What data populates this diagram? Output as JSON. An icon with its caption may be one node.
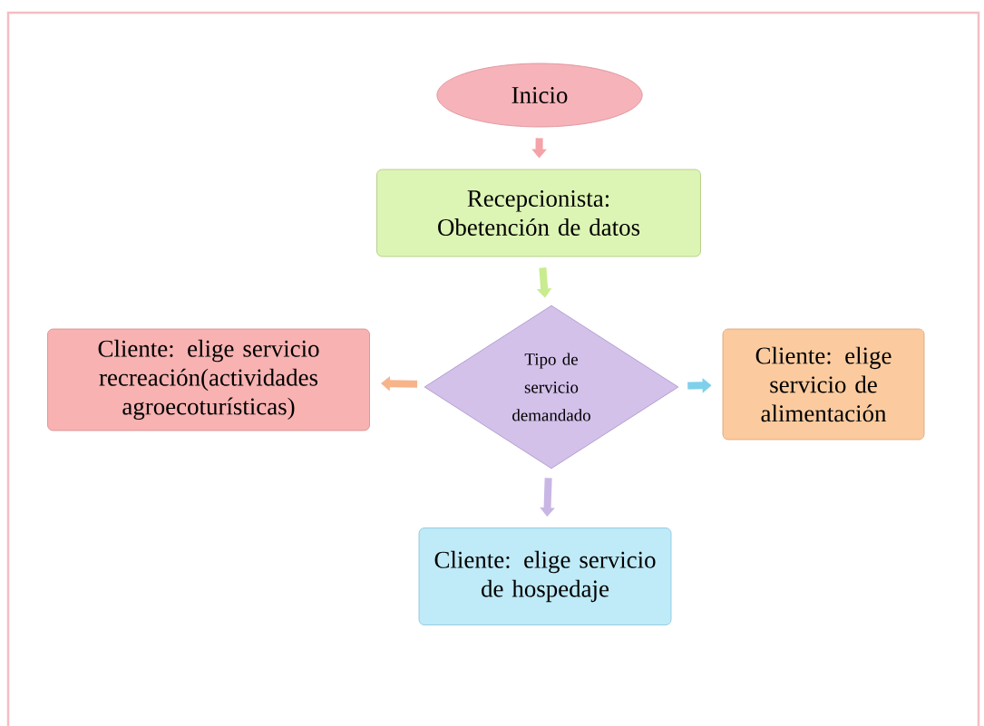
{
  "diagram": {
    "nodes": [
      {
        "text": [
          "Inicio"
        ]
      },
      {
        "text": [
          "Recepcionista: Obetención de datos"
        ]
      },
      {
        "text": [
          "Tipo de servicio demandado"
        ]
      },
      {
        "text": [
          "Cliente: elige servicio recreación(actividades agroecoturísticas)"
        ]
      },
      {
        "text": [
          "Cliente: elige servicio de alimentación"
        ]
      },
      {
        "text": [
          "Cliente: elige servicio de hospedaje"
        ]
      }
    ],
    "edges": [
      {
        "from": 0,
        "to": 1,
        "arrow": "to",
        "color": "#f4a3a8"
      },
      {
        "from": 1,
        "to": 2,
        "arrow": "to",
        "color": "#c8ec8e"
      },
      {
        "from": 2,
        "to": 3,
        "arrow": "to",
        "color": "#f7b48a"
      },
      {
        "from": 2,
        "to": 4,
        "arrow": "to",
        "color": "#7fd0ea"
      },
      {
        "from": 2,
        "to": 5,
        "arrow": "to",
        "color": "#c9b6e4"
      }
    ]
  }
}
